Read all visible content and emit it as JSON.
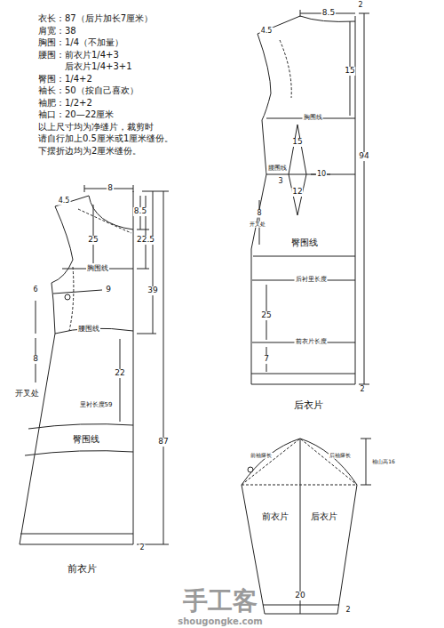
{
  "diagram": {
    "labels": [
      "衣长：87（后片加长7厘米）",
      "肩宽：38",
      "胸围：1/4（不加量）",
      "腰围：前衣片1/4+3",
      "后衣片1/4+3+1",
      "臀围：1/4+2",
      "袖长：50（按自己喜欢）",
      "袖肥：1/2+2",
      "袖口：20—22厘米",
      "以上尺寸均为净缝片，裁剪时",
      "请自行加上0.5厘米或1厘米缝份。",
      "下摆折边均为2厘米缝份。",
      "8",
      "4.5",
      "8.5",
      "22.5",
      "25",
      "胸围线",
      "6",
      "9",
      "39",
      "腰围线",
      "8",
      "22",
      "87",
      "开叉处",
      "里衬长度59",
      "臀围线",
      "2",
      "前衣片",
      "8.5",
      "2",
      "4.5",
      "15",
      "胸围线",
      "15",
      "腰围线",
      "10",
      "3",
      "12",
      "8",
      "开叉处",
      "94",
      "臀围线",
      "后衬里长度",
      "25",
      "前衣片长度",
      "7",
      "2",
      "后衣片",
      "前袖窿长",
      "后袖窿长",
      "袖山高16",
      "前衣片",
      "后衣片",
      "20",
      "2",
      "手工客",
      "shougongke.com"
    ]
  }
}
